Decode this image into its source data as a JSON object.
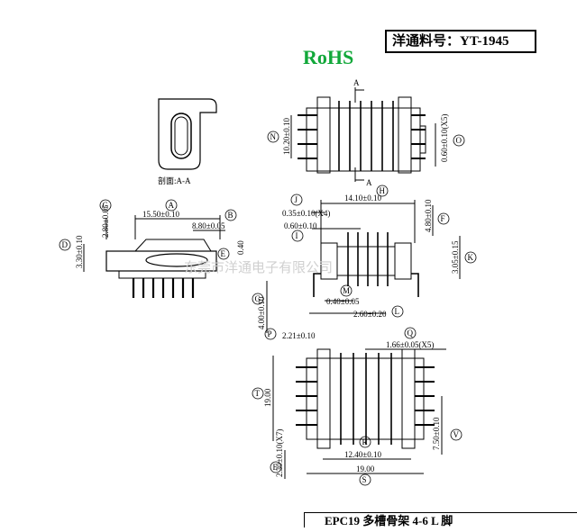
{
  "part_number": "洋通料号：YT-1945",
  "rohs": "RoHS",
  "title": "EPC19  多槽骨架  4-6 L 脚",
  "section_caption": "剖面:A-A",
  "watermark": "东莞市洋通电子有限公司",
  "section_marks": [
    "A",
    "A"
  ],
  "dimensions": {
    "a": "15.50±0.10",
    "b": "8.80±0.05",
    "c": "2.80±0.05",
    "d": "3.30±0.10",
    "e": "0.40",
    "f": "4.80±0.10",
    "g": "4.00±0.10",
    "h": "14.10±0.10",
    "i": "0.60±0.10",
    "j": "0.35±0.10(X4)",
    "k": "3.05±0.15",
    "l": "2.60±0.20",
    "m": "0.40±0.05",
    "n": "10.20±0.10",
    "o": "0.60±0.10(X5)",
    "p": "2.21±0.10",
    "q": "1.66±0.05(X5)",
    "r": "12.40±0.10",
    "s": "19.00",
    "t": "19.00",
    "u": "2.30±0.10(X7)",
    "v": "7.50±0.10"
  },
  "letters": [
    "A",
    "B",
    "C",
    "D",
    "E",
    "F",
    "G",
    "H",
    "I",
    "J",
    "K",
    "L",
    "M",
    "N",
    "O",
    "P",
    "Q",
    "R",
    "S",
    "T",
    "U",
    "V"
  ]
}
